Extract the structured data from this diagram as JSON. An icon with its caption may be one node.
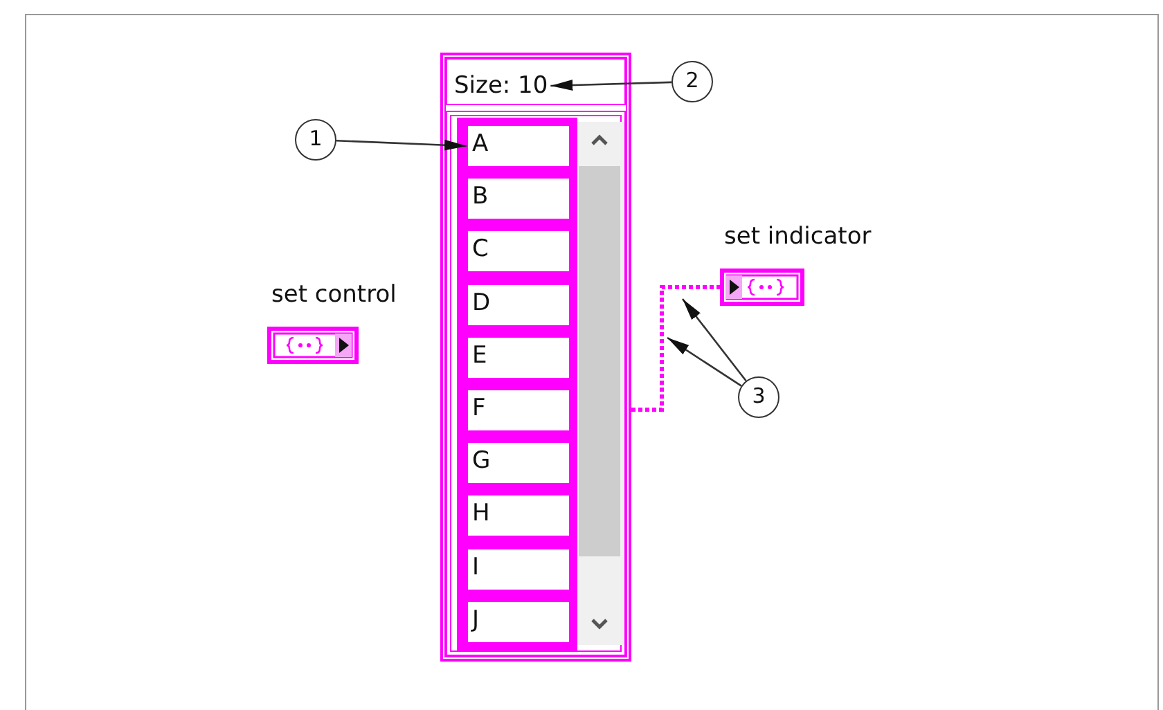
{
  "diagram": {
    "nodes": [
      {
        "text": [],
        "shape": "box"
      },
      {
        "text": [
          "Size: 10"
        ],
        "in": 0
      },
      {
        "text": [
          "A"
        ],
        "in": 0
      },
      {
        "text": [
          "B"
        ],
        "in": 0
      },
      {
        "text": [
          "C"
        ],
        "in": 0
      },
      {
        "text": [
          "D"
        ],
        "in": 0
      },
      {
        "text": [
          "E"
        ],
        "in": 0
      },
      {
        "text": [
          "F"
        ],
        "in": 0
      },
      {
        "text": [
          "G"
        ],
        "in": 0
      },
      {
        "text": [
          "H"
        ],
        "in": 0
      },
      {
        "text": [
          "I"
        ],
        "in": 0
      },
      {
        "text": [
          "J"
        ],
        "in": 0
      },
      {
        "text": [
          "set control"
        ]
      },
      {
        "text": [
          "set indicator"
        ]
      },
      {
        "text": [
          "1"
        ]
      },
      {
        "text": [
          "2"
        ]
      },
      {
        "text": [
          "3"
        ]
      }
    ],
    "edges": [
      {
        "from": 14,
        "to": 2,
        "arrow": "to"
      },
      {
        "from": 15,
        "to": 1,
        "arrow": "to"
      },
      {
        "from": 16,
        "to": null,
        "arrow": "to"
      },
      {
        "from": 16,
        "to": null,
        "arrow": "to"
      },
      {
        "from": 0,
        "to": 13,
        "arrow": "none",
        "style": "dashed",
        "color": "#ff00ff"
      }
    ]
  }
}
